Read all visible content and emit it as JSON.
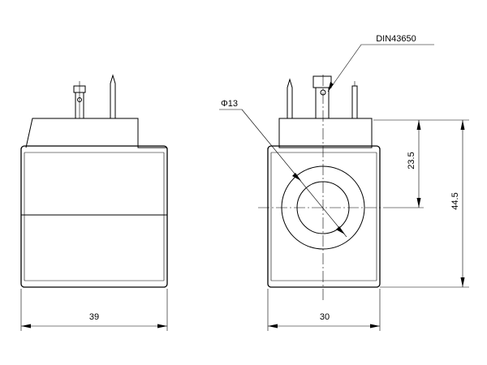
{
  "dimensions": {
    "left_width": "39",
    "right_width": "30",
    "height_total": "44.5",
    "height_center": "23.5",
    "diameter": "Φ13",
    "connector": "DIN43650"
  }
}
